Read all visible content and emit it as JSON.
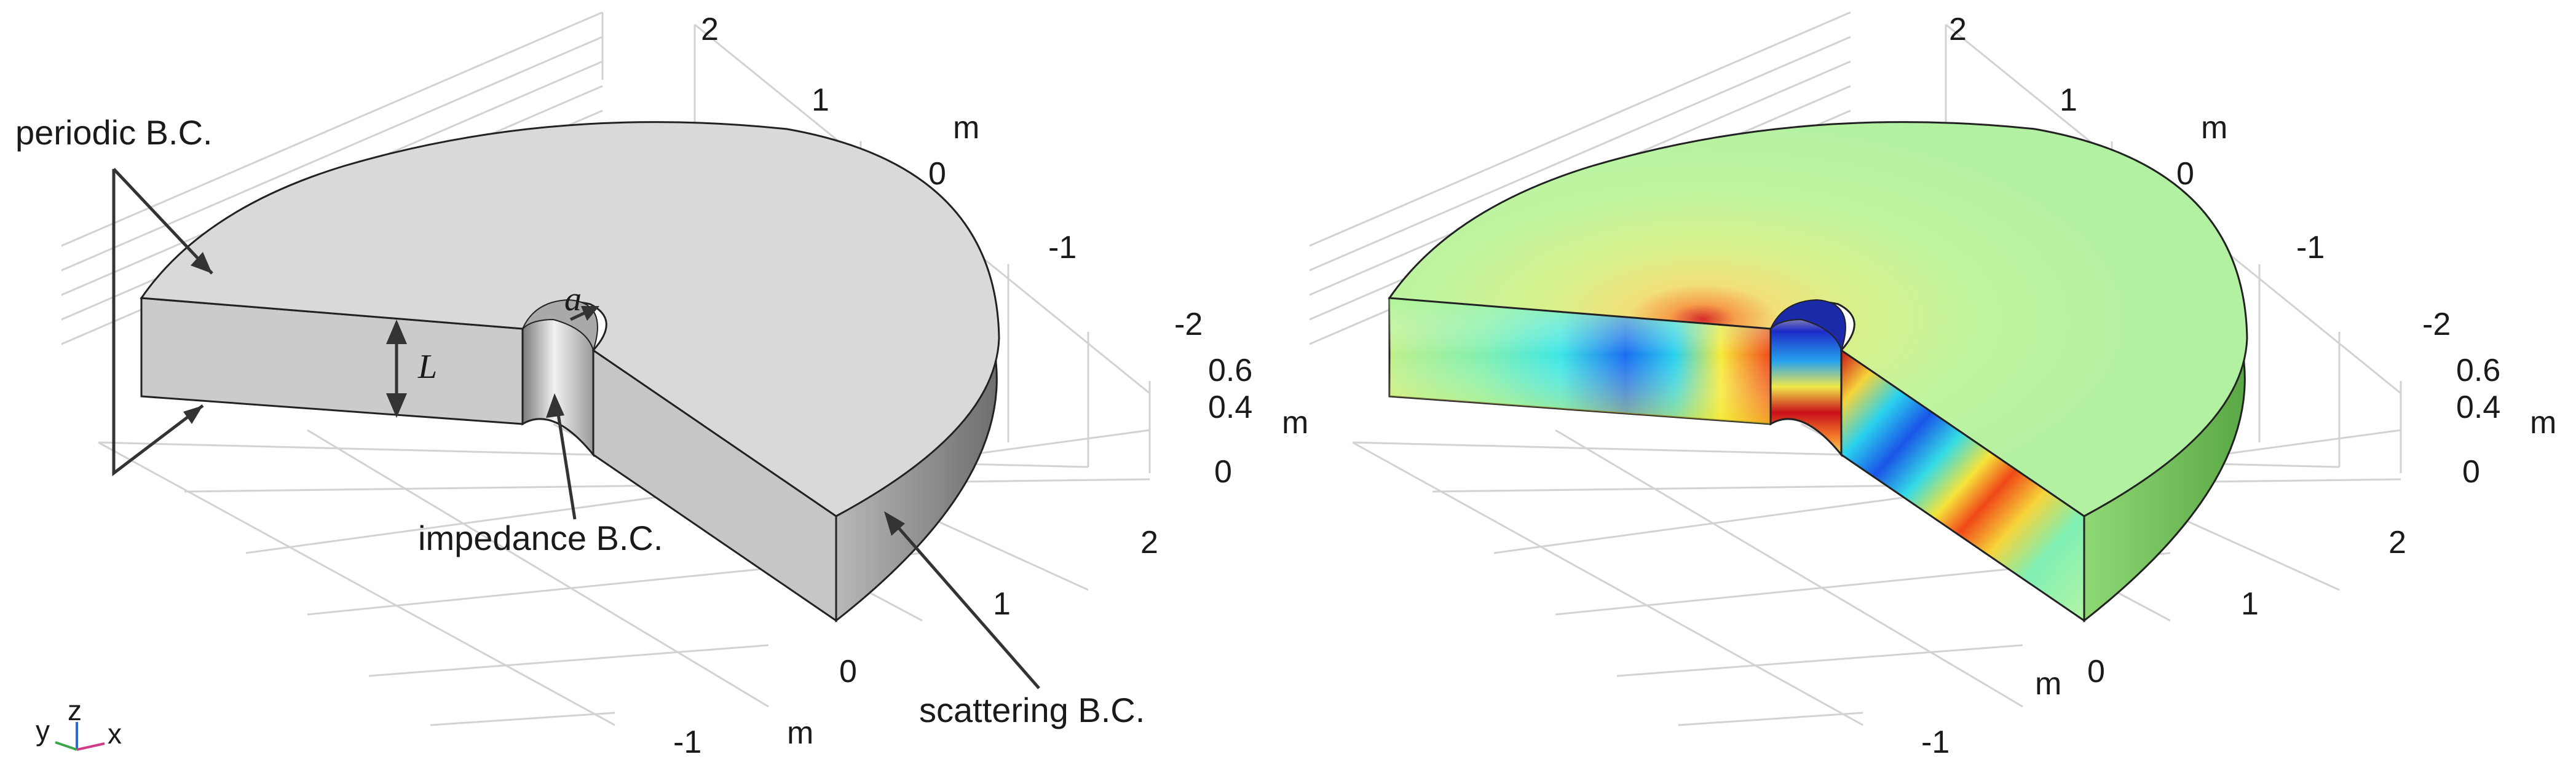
{
  "colors": {
    "geometry_top": "#d9d9d9",
    "geometry_side": "#c4c4c4",
    "geometry_curve": "#8a8a8a",
    "field_top": "#b7f5a0",
    "field_side": "#74c35a",
    "grid": "#d2d2d2",
    "edge": "#222222"
  },
  "left_panel": {
    "labels": {
      "periodic": "periodic B.C.",
      "impedance": "impedance B.C.",
      "scattering": "scattering B.C.",
      "radius_symbol": "a",
      "height_symbol": "L"
    },
    "axis_ticks": {
      "y_ticks": [
        "2",
        "1",
        "0",
        "-1",
        "-2"
      ],
      "y_unit": "m",
      "z_ticks": [
        "0.6",
        "0.4",
        "0"
      ],
      "z_unit": "m",
      "x_ticks": [
        "2",
        "1",
        "0",
        "-1"
      ],
      "x_unit": "m"
    },
    "triad": {
      "z": "z",
      "y": "y",
      "x": "x"
    }
  },
  "right_panel": {
    "axis_ticks": {
      "y_ticks": [
        "2",
        "1",
        "0",
        "-1",
        "-2"
      ],
      "y_unit": "m",
      "z_ticks": [
        "0.6",
        "0.4",
        "0"
      ],
      "z_unit": "m",
      "x_ticks": [
        "2",
        "1",
        "0",
        "-1"
      ],
      "x_unit": "m"
    }
  }
}
